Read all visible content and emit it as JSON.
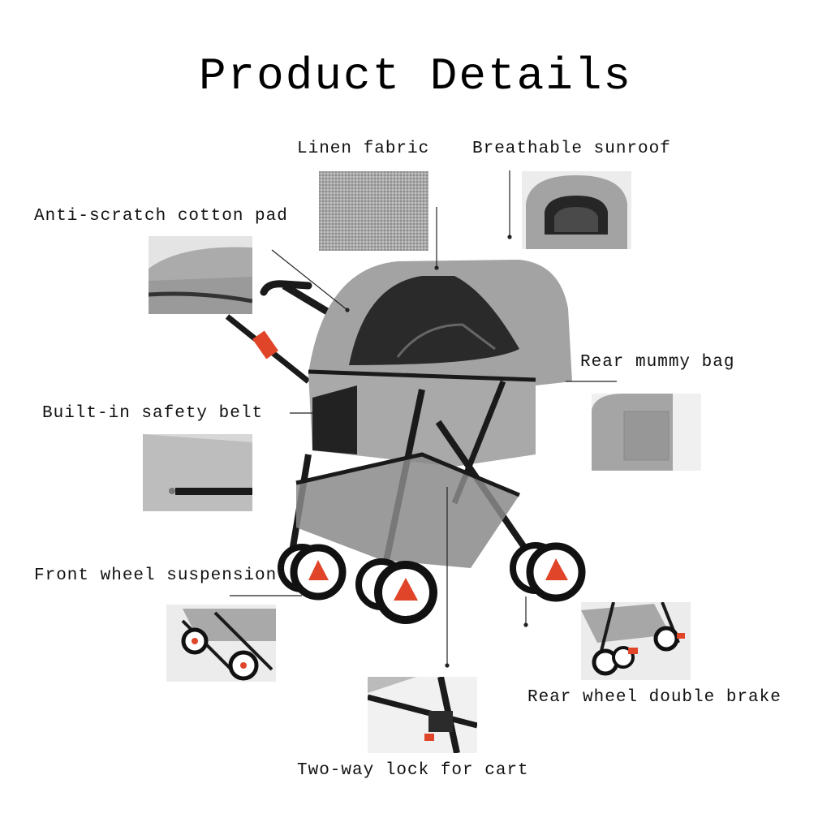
{
  "title": "Product Details",
  "callouts": {
    "linen": "Linen fabric",
    "sunroof": "Breathable sunroof",
    "pad": "Anti-scratch cotton pad",
    "mummy_bag": "Rear mummy bag",
    "belt": "Built-in safety belt",
    "suspension": "Front wheel suspension",
    "brake": "Rear wheel double brake",
    "lock": "Two-way lock for cart"
  },
  "colors": {
    "fabric": "#9c9c9c",
    "fabric_light": "#b8b8b8",
    "frame": "#1a1a1a",
    "accent": "#e0452a",
    "mesh": "#3a3a3a"
  }
}
